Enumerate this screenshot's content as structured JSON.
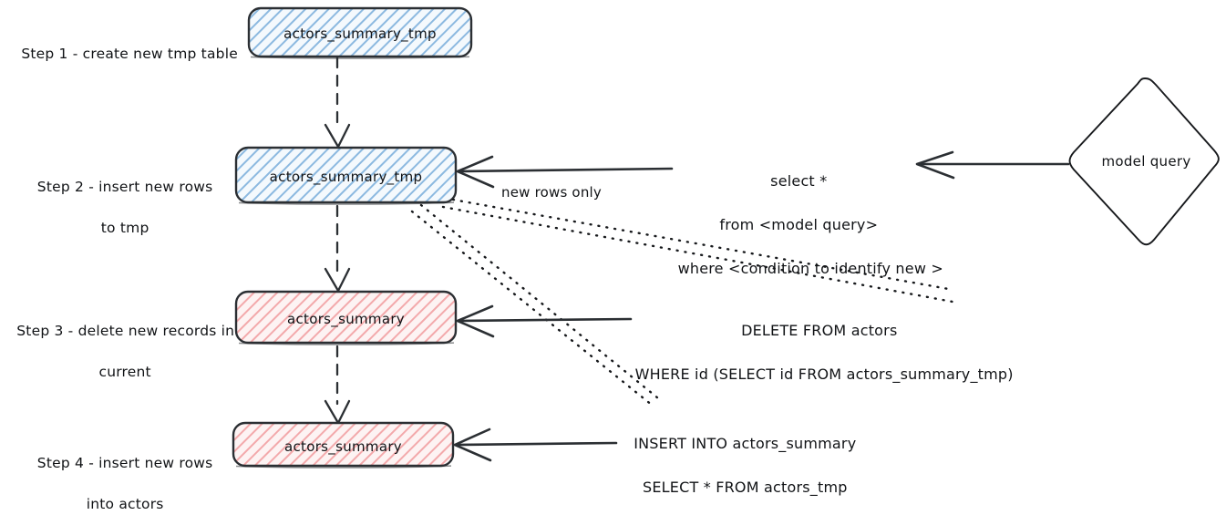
{
  "diagram": {
    "title": "incremental table load flow",
    "colors": {
      "blue_stroke": "#3d7dbe",
      "blue_fill": "#eaf3fb",
      "red_stroke": "#e8898c",
      "red_fill": "#fdeeee",
      "node_border": "#2b2f33",
      "arrow": "#2b2f33",
      "text": "#111316"
    },
    "steps": [
      {
        "id": "step1",
        "label_line1": "Step 1 - create new tmp table",
        "label_line2": ""
      },
      {
        "id": "step2",
        "label_line1": "Step 2 - insert new rows",
        "label_line2": "to tmp"
      },
      {
        "id": "step3",
        "label_line1": "Step 3 - delete new records in",
        "label_line2": "current"
      },
      {
        "id": "step4",
        "label_line1": "Step 4 - insert new rows",
        "label_line2": "into actors"
      }
    ],
    "nodes": [
      {
        "id": "node1",
        "text": "actors_summary_tmp",
        "variant": "blue",
        "shape": "rounded-rect"
      },
      {
        "id": "node2",
        "text": "actors_summary_tmp",
        "variant": "blue",
        "shape": "rounded-rect"
      },
      {
        "id": "node3",
        "text": "actors_summary",
        "variant": "red",
        "shape": "rounded-rect"
      },
      {
        "id": "node4",
        "text": "actors_summary",
        "variant": "red",
        "shape": "rounded-rect"
      },
      {
        "id": "node5",
        "text": "model query",
        "variant": "plain",
        "shape": "diamond"
      }
    ],
    "annotations": {
      "new_rows_only": "new rows only",
      "model_query_sql": {
        "line1": "select *",
        "line2": "from <model query>",
        "line3": "where <condition to identify new >"
      },
      "delete_sql": {
        "line1": "DELETE FROM actors",
        "line2": "WHERE id (SELECT id FROM actors_summary_tmp)"
      },
      "insert_sql": {
        "line1": "INSERT INTO actors_summary",
        "line2": "SELECT * FROM actors_tmp"
      }
    }
  }
}
